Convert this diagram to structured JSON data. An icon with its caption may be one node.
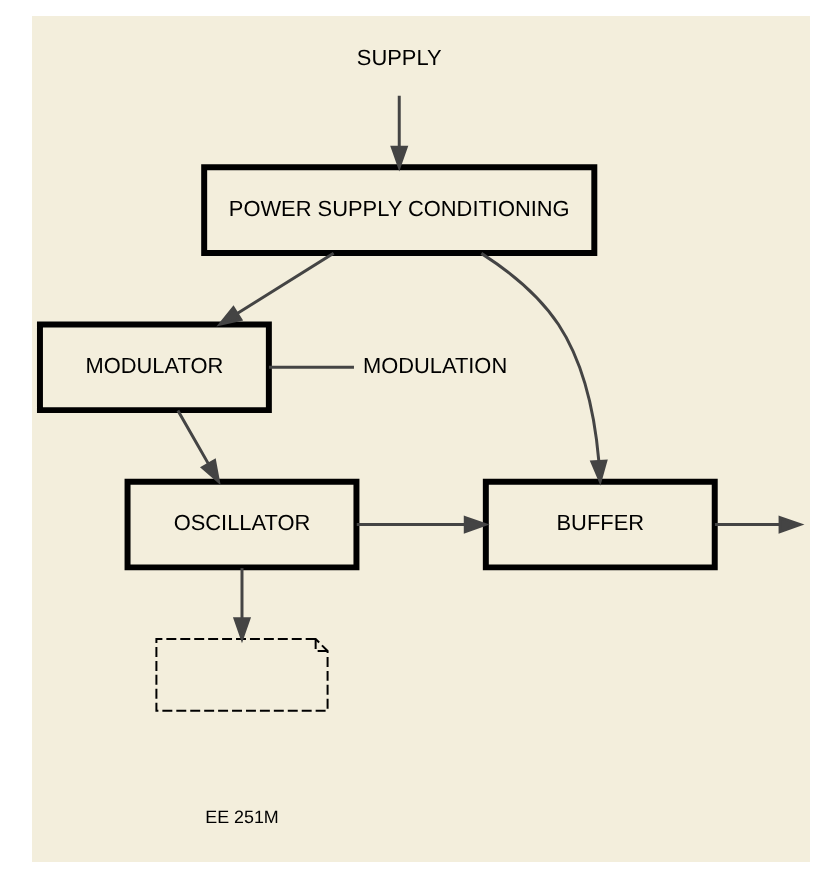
{
  "diagram": {
    "nodes": [
      {
        "text": [
          "SUPPLY"
        ]
      },
      {
        "text": [
          "POWER SUPPLY CONDITIONING"
        ]
      },
      {
        "text": [
          "MODULATOR"
        ]
      },
      {
        "text": [
          "OSCILLATOR"
        ]
      },
      {
        "text": [
          "BUFFER"
        ]
      },
      {
        "text": [
          "MODULATION"
        ]
      },
      {
        "text": [],
        "shape": "picture"
      }
    ],
    "edges": [
      {
        "from": 0,
        "to": 1,
        "arrow": "to"
      },
      {
        "from": 1,
        "to": 2,
        "arrow": "to"
      },
      {
        "from": 1,
        "to": 4,
        "arrow": "to"
      },
      {
        "from": 5,
        "to": 2,
        "arrow": "none"
      },
      {
        "from": 2,
        "to": 3,
        "arrow": "to"
      },
      {
        "from": 3,
        "to": 4,
        "arrow": "to"
      },
      {
        "from": 4,
        "to": null,
        "arrow": "to"
      },
      {
        "from": 3,
        "to": 6,
        "arrow": "to"
      }
    ],
    "labels": [
      "EE 251M"
    ]
  }
}
